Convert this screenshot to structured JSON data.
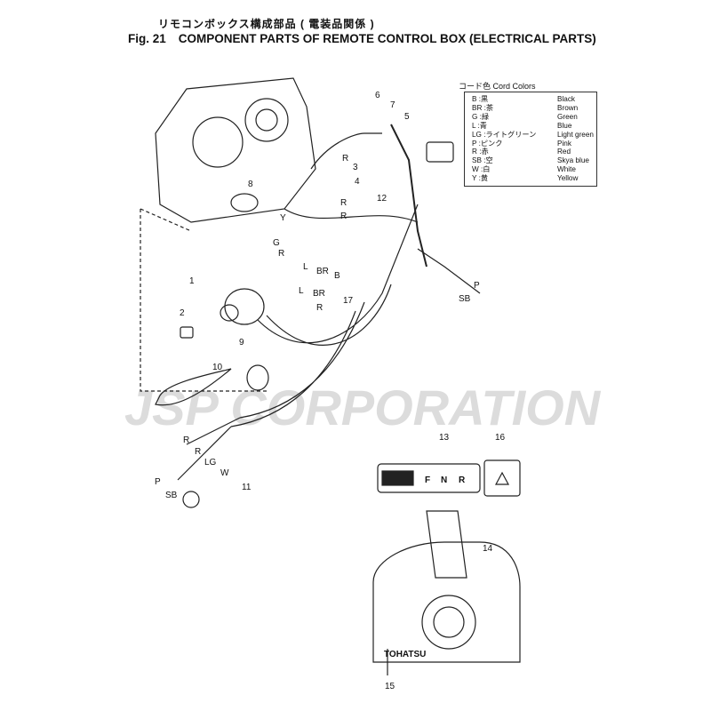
{
  "header": {
    "title_jp": "リモコンボックス構成部品 ( 電装品関係 )",
    "fig_number": "Fig. 21",
    "title_en": "COMPONENT PARTS OF REMOTE CONTROL BOX (ELECTRICAL PARTS)"
  },
  "legend": {
    "heading": "コード色 Cord Colors",
    "rows": [
      {
        "code": "B  :黒",
        "color": "Black"
      },
      {
        "code": "BR :茶",
        "color": "Brown"
      },
      {
        "code": "G  :緑",
        "color": "Green"
      },
      {
        "code": "L  :青",
        "color": "Blue"
      },
      {
        "code": "LG :ライトグリーン",
        "color": "Light green"
      },
      {
        "code": "P  :ピンク",
        "color": "Pink"
      },
      {
        "code": "R  :赤",
        "color": "Red"
      },
      {
        "code": "SB :空",
        "color": "Skya blue"
      },
      {
        "code": "W  :白",
        "color": "White"
      },
      {
        "code": "Y  :黄",
        "color": "Yellow"
      }
    ]
  },
  "watermark": "JSP CORPORATION",
  "callouts": [
    "6",
    "7",
    "5",
    "3",
    "4",
    "8",
    "12",
    "1",
    "2",
    "17",
    "9",
    "10",
    "11",
    "13",
    "16",
    "14",
    "15"
  ],
  "wire_labels": [
    "R",
    "Y",
    "R",
    "R",
    "G",
    "R",
    "L",
    "BR",
    "B",
    "L",
    "BR",
    "R",
    "P",
    "SB",
    "R",
    "R",
    "LG",
    "W",
    "P",
    "SB"
  ],
  "indicator": {
    "f": "F",
    "n": "N",
    "r": "R"
  },
  "brand": "TOHATSU"
}
